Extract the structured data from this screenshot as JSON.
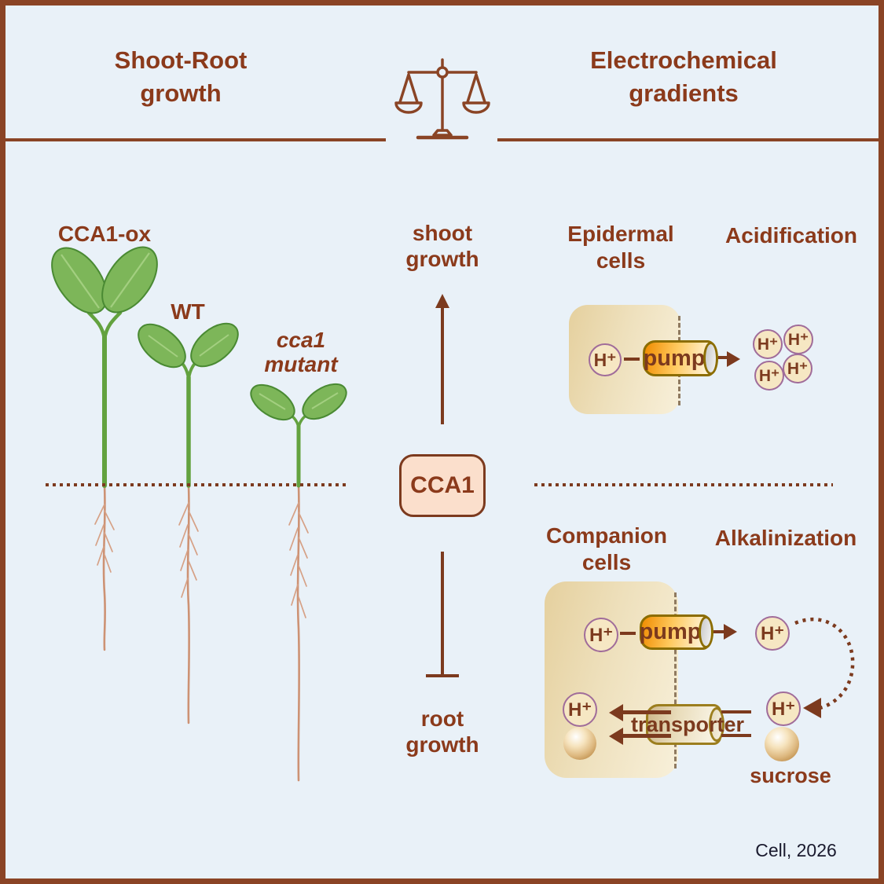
{
  "header": {
    "left_title": "Shoot-Root\ngrowth",
    "right_title": "Electrochemical\ngradients"
  },
  "plants": {
    "cca1_ox_label": "CCA1-ox",
    "wt_label": "WT",
    "cca1_mutant_label": "cca1\nmutant"
  },
  "pathway": {
    "shoot_label": "shoot\ngrowth",
    "regulator": "CCA1",
    "root_label": "root\ngrowth"
  },
  "epidermal": {
    "title": "Epidermal\ncells",
    "result": "Acidification",
    "pump_label": "pump"
  },
  "companion": {
    "title": "Companion\ncells",
    "result": "Alkalinization",
    "pump_label": "pump",
    "transporter_label": "transporter",
    "sucrose_label": "sucrose"
  },
  "ions": {
    "proton": "H⁺"
  },
  "footer": {
    "citation": "Cell, 2026"
  },
  "colors": {
    "background": "#e9f1f8",
    "frame_brown": "#8a4425",
    "text_brown": "#8b3a1b",
    "pump_orange": "#f08c00",
    "cell_tan": "#e9d6a8",
    "ion_outline": "#a06c9a",
    "leaf_green": "#7db659",
    "root_salmon": "#cd9274"
  }
}
